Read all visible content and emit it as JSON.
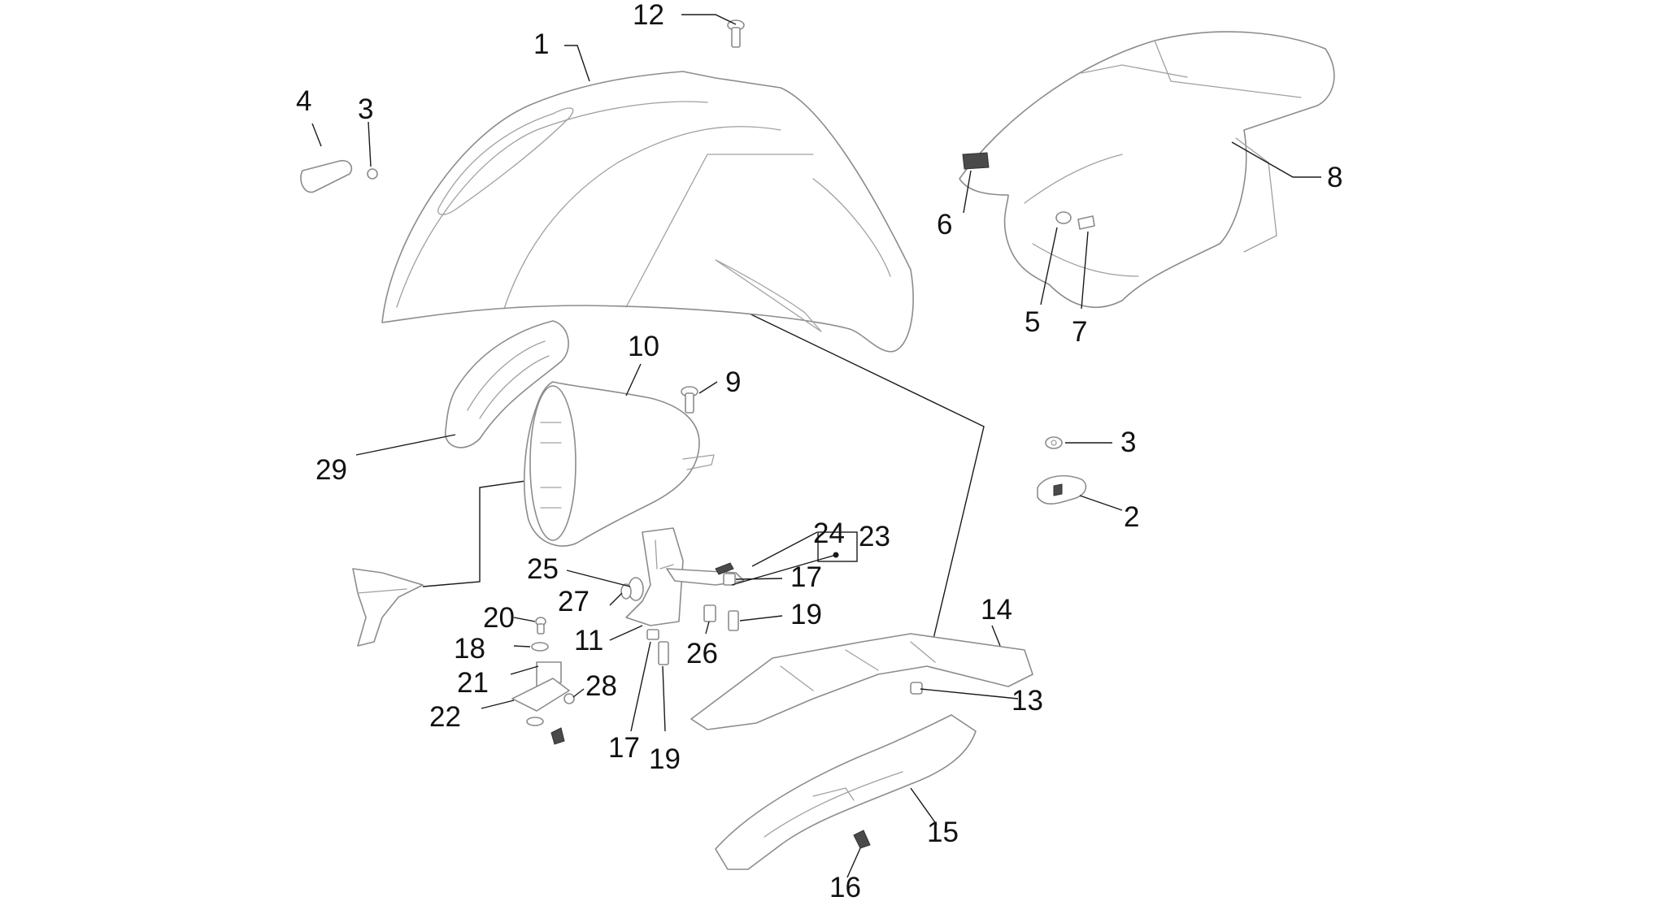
{
  "diagram": {
    "labels": [
      {
        "id": "p1",
        "text": "1"
      },
      {
        "id": "p12",
        "text": "12"
      },
      {
        "id": "p4",
        "text": "4"
      },
      {
        "id": "p3a",
        "text": "3"
      },
      {
        "id": "p8",
        "text": "8"
      },
      {
        "id": "p6",
        "text": "6"
      },
      {
        "id": "p5",
        "text": "5"
      },
      {
        "id": "p7",
        "text": "7"
      },
      {
        "id": "p10",
        "text": "10"
      },
      {
        "id": "p9",
        "text": "9"
      },
      {
        "id": "p29",
        "text": "29"
      },
      {
        "id": "p3b",
        "text": "3"
      },
      {
        "id": "p2",
        "text": "2"
      },
      {
        "id": "p24",
        "text": "24"
      },
      {
        "id": "p23",
        "text": "23"
      },
      {
        "id": "p25",
        "text": "25"
      },
      {
        "id": "p17a",
        "text": "17"
      },
      {
        "id": "p27",
        "text": "27"
      },
      {
        "id": "p19a",
        "text": "19"
      },
      {
        "id": "p20",
        "text": "20"
      },
      {
        "id": "p14",
        "text": "14"
      },
      {
        "id": "p18",
        "text": "18"
      },
      {
        "id": "p11",
        "text": "11"
      },
      {
        "id": "p26",
        "text": "26"
      },
      {
        "id": "p21",
        "text": "21"
      },
      {
        "id": "p28",
        "text": "28"
      },
      {
        "id": "p13",
        "text": "13"
      },
      {
        "id": "p22",
        "text": "22"
      },
      {
        "id": "p17b",
        "text": "17"
      },
      {
        "id": "p19b",
        "text": "19"
      },
      {
        "id": "p15",
        "text": "15"
      },
      {
        "id": "p16",
        "text": "16"
      }
    ]
  }
}
